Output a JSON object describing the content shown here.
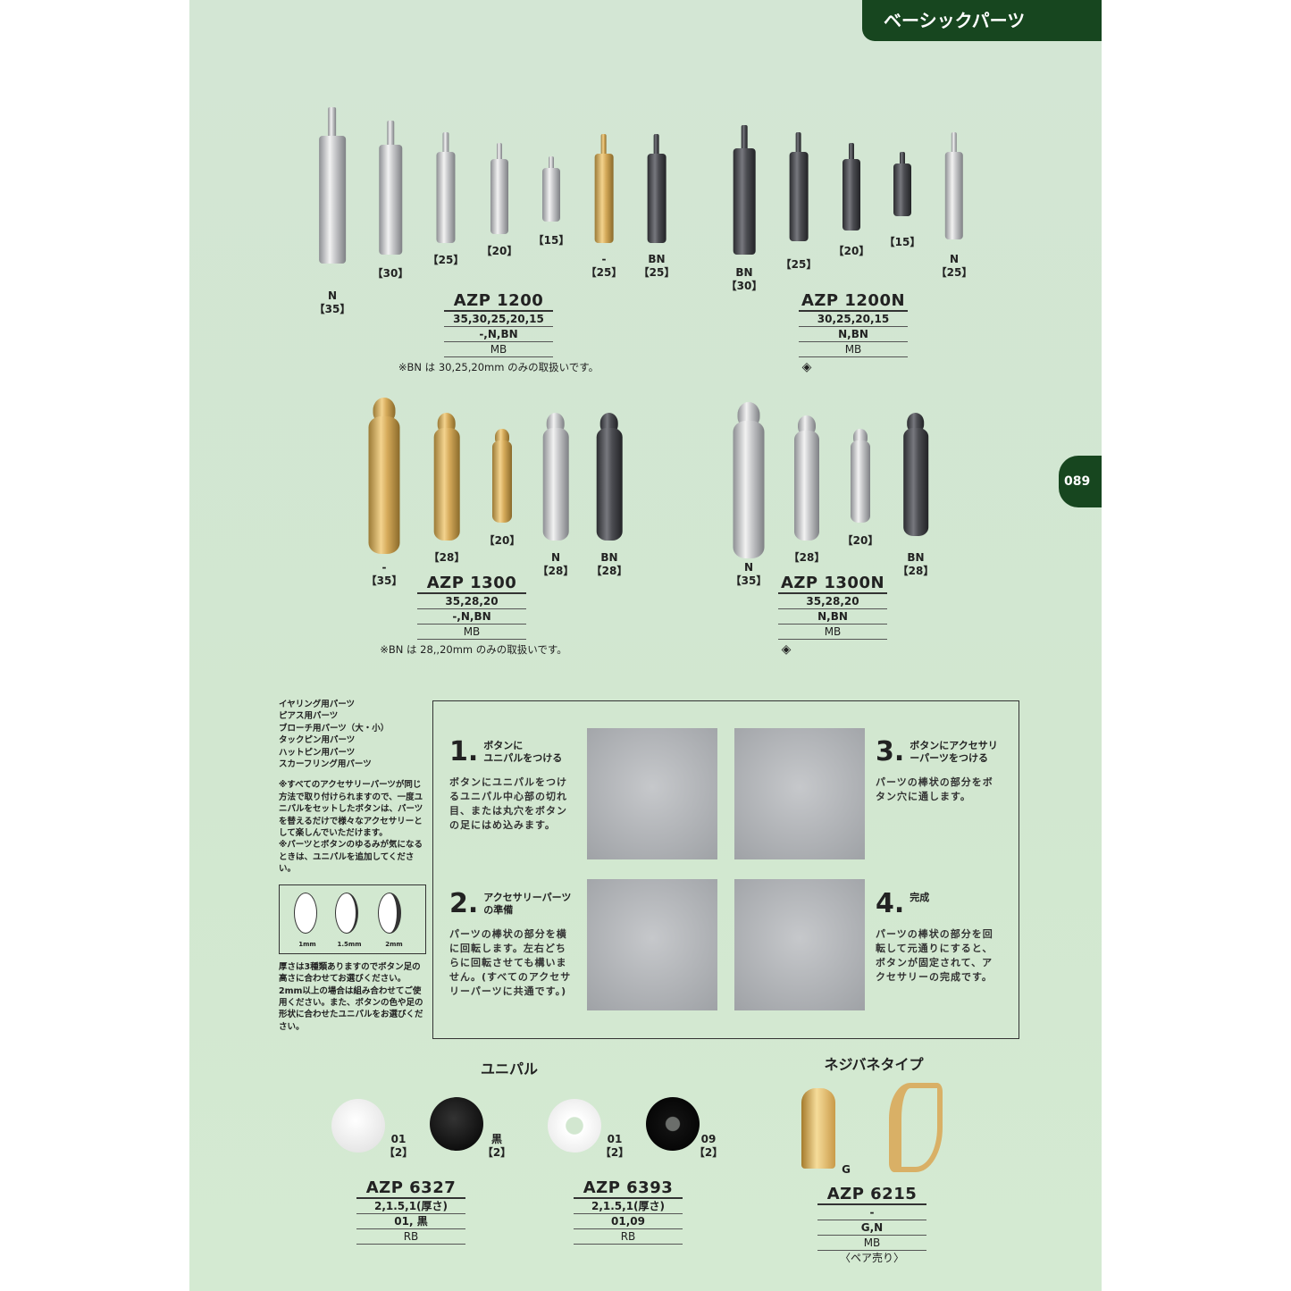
{
  "header": {
    "title": "ベーシックパーツ",
    "page_number": "089"
  },
  "azp1200": {
    "pins": [
      [
        "N",
        "【35】"
      ],
      [
        "【30】"
      ],
      [
        "【25】"
      ],
      [
        "【20】"
      ],
      [
        "【15】"
      ],
      [
        "-",
        "【25】"
      ],
      [
        "BN",
        "【25】"
      ]
    ],
    "title": "AZP 1200",
    "specs": [
      "35,30,25,20,15",
      "-,N,BN",
      "MB"
    ],
    "note": "※BN は 30,25,20mm のみの取扱いです。"
  },
  "azp1200n": {
    "pins": [
      [
        "BN",
        "【30】"
      ],
      [
        "【25】"
      ],
      [
        "【20】"
      ],
      [
        "【15】"
      ],
      [
        "N",
        "【25】"
      ]
    ],
    "title": "AZP 1200N",
    "specs": [
      "30,25,20,15",
      "N,BN",
      "MB"
    ],
    "mark": "◈"
  },
  "azp1300": {
    "pins": [
      [
        "-",
        "【35】"
      ],
      [
        "【28】"
      ],
      [
        "【20】"
      ],
      [
        "N",
        "【28】"
      ],
      [
        "BN",
        "【28】"
      ]
    ],
    "title": "AZP 1300",
    "specs": [
      "35,28,20",
      "-,N,BN",
      "MB"
    ],
    "note": "※BN は 28,,20mm のみの取扱いです。"
  },
  "azp1300n": {
    "pins": [
      [
        "N",
        "【35】"
      ],
      [
        "【28】"
      ],
      [
        "【20】"
      ],
      [
        "BN",
        "【28】"
      ]
    ],
    "title": "AZP 1300N",
    "specs": [
      "35,28,20",
      "N,BN",
      "MB"
    ],
    "mark": "◈"
  },
  "sidebar": {
    "uses": [
      "イヤリング用パーツ",
      "ピアス用パーツ",
      "ブローチ用パーツ（大・小）",
      "タックピン用パーツ",
      "ハットピン用パーツ",
      "スカーフリング用パーツ"
    ],
    "note1": "※すべてのアクセサリーパーツが同じ方法で取り付けられますので、一度ユニパルをセットしたボタンは、パーツを替えるだけで様々なアクセサリーとして楽しんでいただけます。",
    "note2": "※パーツとボタンのゆるみが気になるときは、ユニパルを追加してください。",
    "thickness": [
      "1mm",
      "1.5mm",
      "2mm"
    ],
    "note3": "厚さは3種類ありますのでボタン足の高さに合わせてお選びください。2mm以上の場合は組み合わせてご使用ください。また、ボタンの色や足の形状に合わせたユニパルをお選びください。"
  },
  "steps": [
    {
      "num": "1.",
      "title": "ボタンに\nユニパルをつける",
      "text": "ボタンにユニパルをつけるユニパル中心部の切れ目、または丸穴をボタンの足にはめ込みます。"
    },
    {
      "num": "2.",
      "title": "アクセサリーパーツの準備",
      "text": "パーツの棒状の部分を横に回転します。左右どちらに回転させても構いません。(すべてのアクセサリーパーツに共通です。)"
    },
    {
      "num": "3.",
      "title": "ボタンにアクセサリーパーツをつける",
      "text": "パーツの棒状の部分をボタン穴に通します。"
    },
    {
      "num": "4.",
      "title": "完成",
      "text": "パーツの棒状の部分を回転して元通りにすると、ボタンが固定されて、アクセサリーの完成です。"
    }
  ],
  "unipal": {
    "heading": "ユニパル",
    "azp6327": {
      "colors": [
        [
          "01",
          "【2】"
        ],
        [
          "黒",
          "【2】"
        ]
      ],
      "title": "AZP 6327",
      "specs": [
        "2,1.5,1(厚さ)",
        "01, 黒",
        "RB"
      ]
    },
    "azp6393": {
      "colors": [
        [
          "01",
          "【2】"
        ],
        [
          "09",
          "【2】"
        ]
      ],
      "title": "AZP 6393",
      "specs": [
        "2,1.5,1(厚さ)",
        "01,09",
        "RB"
      ]
    }
  },
  "screw": {
    "heading": "ネジバネタイプ",
    "color": "G",
    "title": "AZP 6215",
    "specs": [
      "-",
      "G,N",
      "MB",
      "〈ペア売り〉"
    ]
  }
}
